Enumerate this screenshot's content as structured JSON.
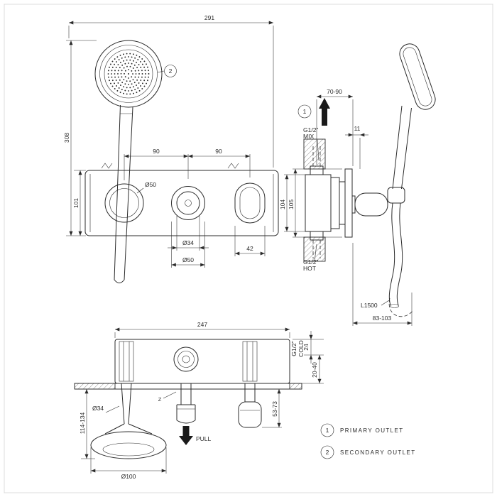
{
  "page": {
    "background": "#ffffff",
    "line_color": "#2b2b2b"
  },
  "front_view": {
    "dim_overall_width": "291",
    "dim_overall_height": "308",
    "dim_plate_height": "101",
    "dim_spacing_left": "90",
    "dim_spacing_right": "90",
    "label_holder_diameter": "Ø50",
    "dim_knob_inner": "Ø34",
    "dim_knob_outer": "Ø50",
    "dim_lever_width": "42",
    "callout_secondary": "2"
  },
  "side_view": {
    "callout_primary": "1",
    "dim_depth_range": "70-90",
    "dim_trim_offset": "11",
    "label_mix_thread": "G1/2\"",
    "label_mix": "MIX",
    "dim_height_inner": "105",
    "dim_height_outer": "104",
    "label_hot_thread": "G1/2\"",
    "label_hot": "HOT",
    "label_hose_length": "L1500",
    "dim_reach_range": "83-103"
  },
  "bottom_view": {
    "dim_plate_width": "247",
    "label_cold_thread": "G1/2\"",
    "label_cold": "COLD",
    "dim_plate_depth": "24",
    "dim_adjust_range": "20-40",
    "label_handle_diameter": "Ø34",
    "dim_head_protrusion": "114-134",
    "dim_head_diameter": "Ø100",
    "label_pull": "PULL",
    "label_break": "Z",
    "dim_lever_protrusion": "53-73"
  },
  "legend": {
    "items": [
      {
        "num": "1",
        "label": "PRIMARY  OUTLET"
      },
      {
        "num": "2",
        "label": "SECONDARY  OUTLET"
      }
    ]
  }
}
